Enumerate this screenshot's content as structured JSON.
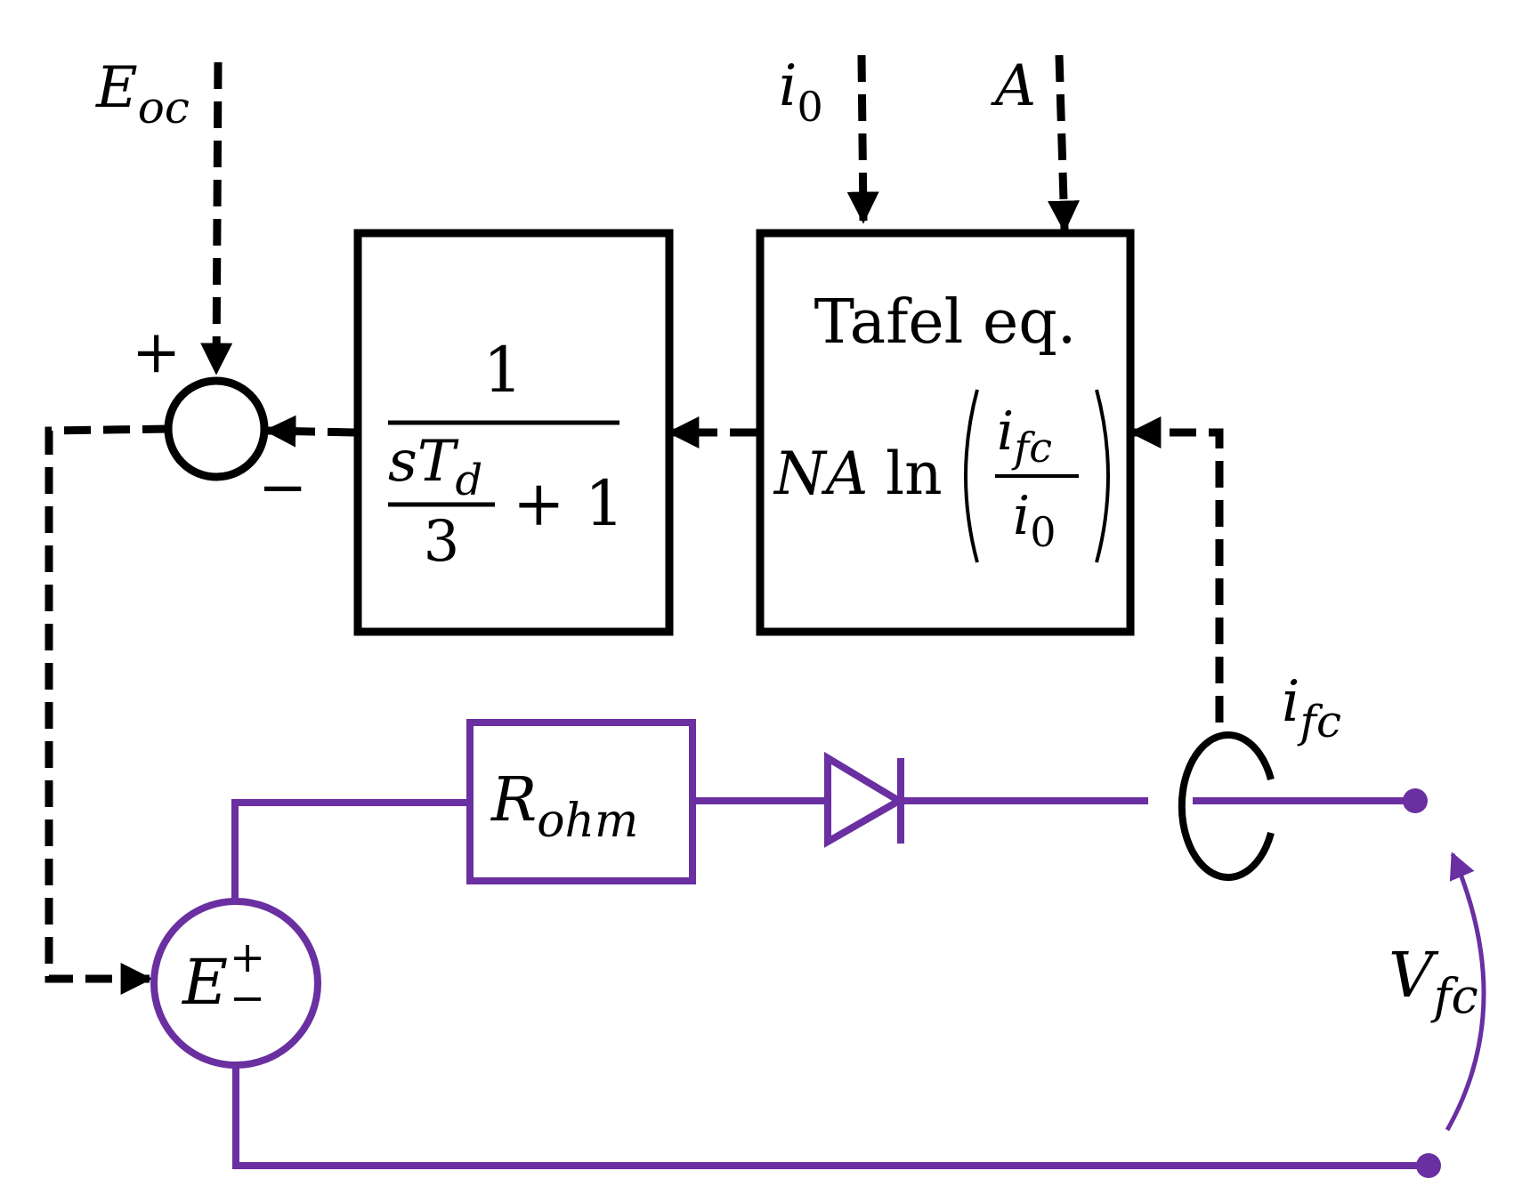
{
  "colors": {
    "signal": "#000000",
    "circuit": "#6a2fa0"
  },
  "inputs": {
    "eoc_main": "E",
    "eoc_sub": "oc",
    "i0_main": "i",
    "i0_sub": "0",
    "a_label": "A"
  },
  "summing_junction": {
    "plus": "+",
    "minus": "−"
  },
  "lag_block": {
    "numerator": "1",
    "inner_num_s": "s",
    "inner_num_t": "T",
    "inner_num_sub": "d",
    "inner_den": "3",
    "plus_one": "+ 1"
  },
  "tafel_block": {
    "title": "Tafel eq.",
    "na": "NA",
    "ln": "ln",
    "frac_num_main": "i",
    "frac_num_sub": "fc",
    "frac_den_main": "i",
    "frac_den_sub": "0"
  },
  "sensor": {
    "label_main": "i",
    "label_sub": "fc"
  },
  "resistor": {
    "label_main": "R",
    "label_sub": "ohm"
  },
  "source": {
    "label_main": "E",
    "plus": "+",
    "minus": "−"
  },
  "voltage": {
    "label_main": "V",
    "label_sub": "fc"
  }
}
